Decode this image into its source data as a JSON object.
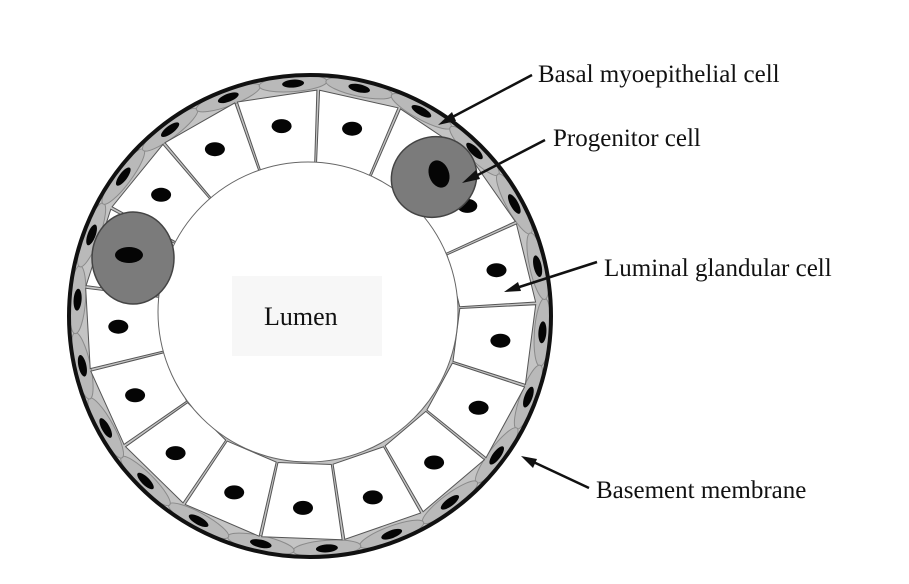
{
  "labels": {
    "basal": "Basal myoepithelial cell",
    "progenitor": "Progenitor cell",
    "luminal": "Luminal glandular cell",
    "basement": "Basement membrane",
    "lumen": "Lumen"
  },
  "colors": {
    "membrane": "#111111",
    "basal_cell": "#b9b9b9",
    "progenitor": "#7b7b7b",
    "luminal_cell": "#ffffff",
    "nucleus": "#050505"
  },
  "structure": {
    "luminal_cell_count": 17,
    "progenitor_cell_count": 2
  }
}
